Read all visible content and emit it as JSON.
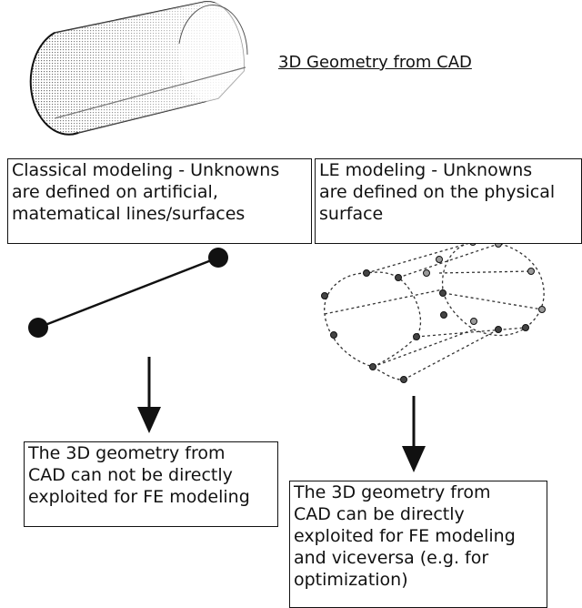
{
  "header": {
    "title": "3D Geometry from CAD"
  },
  "left": {
    "label": "Classical modeling - Unknowns\nare defined on artificial,\nmatematical lines/surfaces",
    "result": "The 3D geometry from\nCAD can not be directly\nexploited for FE modeling"
  },
  "right": {
    "label": "LE modeling - Unknowns\nare defined on the physical\nsurface",
    "result": "The 3D geometry from\nCAD can be directly\nexploited for FE modeling\nand viceversa (e.g. for\noptimization)"
  },
  "colors": {
    "line": "#111111",
    "node_fill": "#444444",
    "node_light": "#9a9a9a"
  }
}
